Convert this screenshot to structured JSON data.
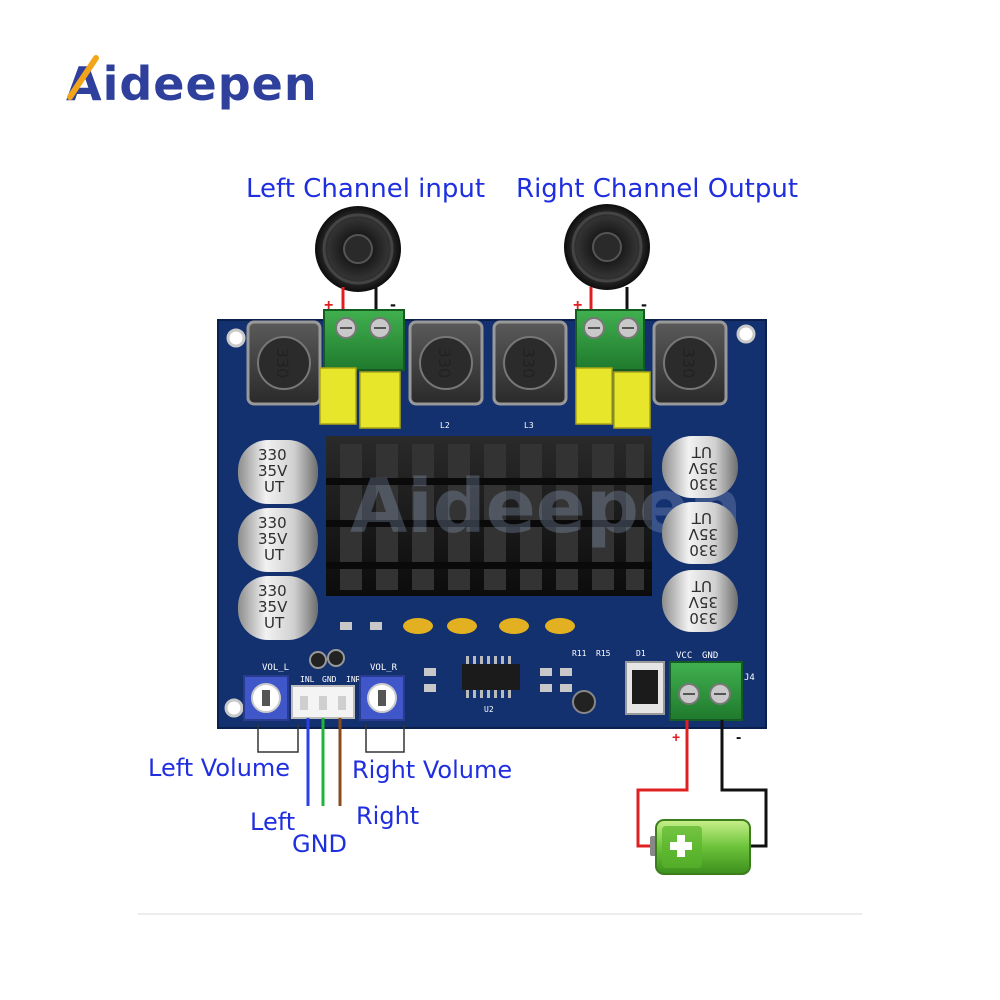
{
  "brand": {
    "logo_text": "Aideepen",
    "watermark_text": "Aideepen",
    "colors": {
      "primary": "#2f3f9c",
      "accent": "#f2a51a"
    }
  },
  "labels": {
    "left_channel": "Left Channel input",
    "right_channel": "Right Channel Output",
    "left_volume": "Left Volume",
    "right_volume": "Right Volume",
    "left": "Left",
    "gnd": "GND",
    "right": "Right",
    "plus": "+",
    "minus": "-"
  },
  "board": {
    "color": "#13306f",
    "inductor_marking": "330",
    "capacitor_lines": [
      "330",
      "35V",
      "UT"
    ],
    "silkscreen": {
      "vol_l": "VOL_L",
      "vol_r": "VOL_R",
      "inl": "INL",
      "gnd": "GND",
      "inr": "INR",
      "vcc": "VCC",
      "gnd2": "GND",
      "l2": "L2",
      "l3": "L3",
      "u2": "U2",
      "j4": "J4",
      "d1": "D1",
      "r11": "R11",
      "r15": "R15"
    }
  },
  "icons": {
    "speaker_left": "speaker-icon",
    "speaker_right": "speaker-icon",
    "battery": "battery-icon",
    "heatsink": "heatsink-icon"
  }
}
